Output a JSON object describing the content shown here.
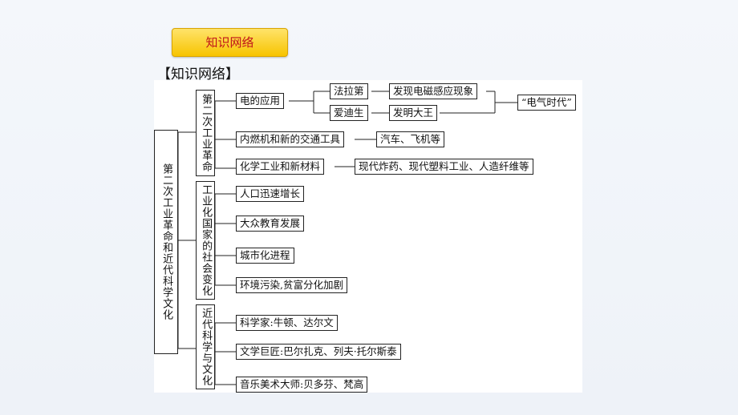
{
  "badge": "知识网络",
  "heading": "【知识网络】",
  "root": "第二次工业革命和近代科学文化",
  "branches": [
    {
      "label": "第二次工业革命"
    },
    {
      "label": "工业化国家的社会变化"
    },
    {
      "label": "近代科学与文化"
    }
  ],
  "nodes": {
    "electric_use": "电的应用",
    "faraday": "法拉第",
    "edison": "爱迪生",
    "induction": "发现电磁感应现象",
    "inventor_king": "发明大王",
    "electric_age": "“电气时代”",
    "engine_transport": "内燃机和新的交通工具",
    "cars_planes": "汽车、飞机等",
    "chemical_materials": "化学工业和新材料",
    "modern_products": "现代炸药、现代塑料工业、人造纤维等",
    "population": "人口迅速增长",
    "education": "大众教育发展",
    "urbanization": "城市化进程",
    "pollution": "环境污染,贫富分化加剧",
    "scientists": "科学家:牛顿、达尔文",
    "writers": "文学巨匠:巴尔扎克、列夫·托尔斯泰",
    "musicians": "音乐美术大师:贝多芬、梵高"
  }
}
